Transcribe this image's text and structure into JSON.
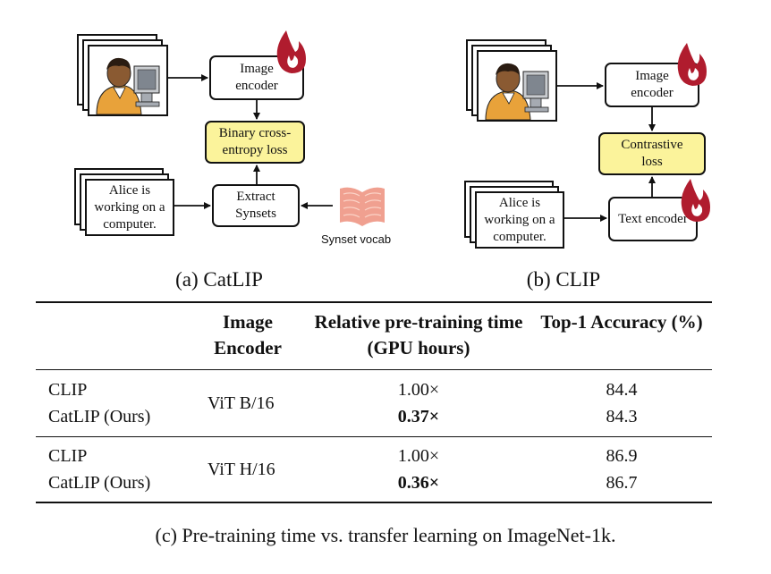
{
  "diagram_a": {
    "image_encoder": "Image encoder",
    "loss": "Binary cross-entropy loss",
    "extract": "Extract Synsets",
    "text_input": "Alice is working on a computer.",
    "vocab_label": "Synset vocab",
    "caption": "(a) CatLIP"
  },
  "diagram_b": {
    "image_encoder": "Image encoder",
    "loss": "Contrastive loss",
    "text_encoder": "Text encoder",
    "text_input": "Alice is working on a computer.",
    "caption": "(b) CLIP"
  },
  "table": {
    "headers": {
      "encoder": "Image Encoder",
      "time": "Relative pre-training time (GPU hours)",
      "acc": "Top-1 Accuracy (%)"
    },
    "groups": [
      {
        "encoder": "ViT B/16",
        "rows": [
          {
            "model": "CLIP",
            "time": "1.00×",
            "time_bold": false,
            "acc": "84.4"
          },
          {
            "model": "CatLIP (Ours)",
            "time": "0.37×",
            "time_bold": true,
            "acc": "84.3"
          }
        ]
      },
      {
        "encoder": "ViT H/16",
        "rows": [
          {
            "model": "CLIP",
            "time": "1.00×",
            "time_bold": false,
            "acc": "86.9"
          },
          {
            "model": "CatLIP (Ours)",
            "time": "0.36×",
            "time_bold": true,
            "acc": "86.7"
          }
        ]
      }
    ],
    "caption": "(c) Pre-training time vs. transfer learning on ImageNet-1k."
  },
  "colors": {
    "loss_box": "#fbf39b",
    "flame": "#b01c2e",
    "book": "#f0a090"
  },
  "icons": [
    "person-at-computer-icon",
    "flame-icon",
    "book-icon"
  ]
}
